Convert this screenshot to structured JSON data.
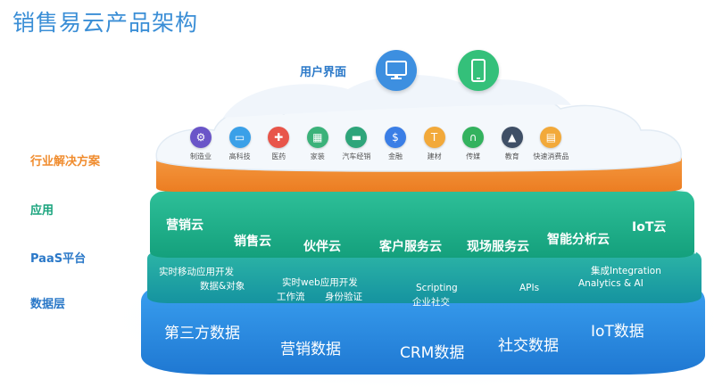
{
  "title": "销售易云产品架构",
  "ui_layer": {
    "label": "用户界面",
    "devices": [
      {
        "name": "desktop",
        "icon": "desktop-monitor-icon",
        "color": "#3d8fe0"
      },
      {
        "name": "mobile",
        "icon": "mobile-phone-icon",
        "color": "#34c07a"
      }
    ]
  },
  "layers": [
    {
      "label": "行业解决方案",
      "color": "#f08c2e"
    },
    {
      "label": "应用",
      "color": "#17a37c"
    },
    {
      "label": "PaaS平台",
      "color": "#2a78c8"
    },
    {
      "label": "数据层",
      "color": "#2a78c8"
    }
  ],
  "industries": [
    {
      "label": "制造业",
      "icon": "gear-icon",
      "glyph": "⚙",
      "color": "#6a55c8"
    },
    {
      "label": "高科技",
      "icon": "monitor-icon",
      "glyph": "▭",
      "color": "#3aa0e8"
    },
    {
      "label": "医药",
      "icon": "medical-kit-icon",
      "glyph": "✚",
      "color": "#e8554a"
    },
    {
      "label": "家装",
      "icon": "building-icon",
      "glyph": "▦",
      "color": "#3bb27a"
    },
    {
      "label": "汽车经销",
      "icon": "car-icon",
      "glyph": "▬",
      "color": "#2ea57a"
    },
    {
      "label": "金融",
      "icon": "dollar-icon",
      "glyph": "$",
      "color": "#3a7ee6"
    },
    {
      "label": "建材",
      "icon": "tool-icon",
      "glyph": "T",
      "color": "#f2a93a"
    },
    {
      "label": "传媒",
      "icon": "headset-icon",
      "glyph": "∩",
      "color": "#33b25e"
    },
    {
      "label": "教育",
      "icon": "graduation-cap-icon",
      "glyph": "▲",
      "color": "#3f4f66"
    },
    {
      "label": "快速消费品",
      "icon": "shopping-bag-icon",
      "glyph": "▤",
      "color": "#f2a93a"
    }
  ],
  "apps": [
    "营销云",
    "销售云",
    "伙伴云",
    "客户服务云",
    "现场服务云",
    "智能分析云",
    "IoT云"
  ],
  "paas": {
    "mobile": [
      "实时移动应用开发",
      "数据&对象"
    ],
    "web": [
      "实时web应用开发",
      "工作流",
      "身份验证"
    ],
    "scripting": [
      "Scripting",
      "企业社交"
    ],
    "apis": "APIs",
    "integration": [
      "集成Integration",
      "Analytics & AI"
    ]
  },
  "data_sources": [
    "第三方数据",
    "营销数据",
    "CRM数据",
    "社交数据",
    "IoT数据"
  ],
  "colors": {
    "industry_band": "#f5953c",
    "industry_band_dark": "#e8761e",
    "app_band": "#20b08c",
    "paas_band": "#1fa7a0",
    "data_band": "#2b8fe6",
    "data_band_dark": "#1f74c9"
  }
}
